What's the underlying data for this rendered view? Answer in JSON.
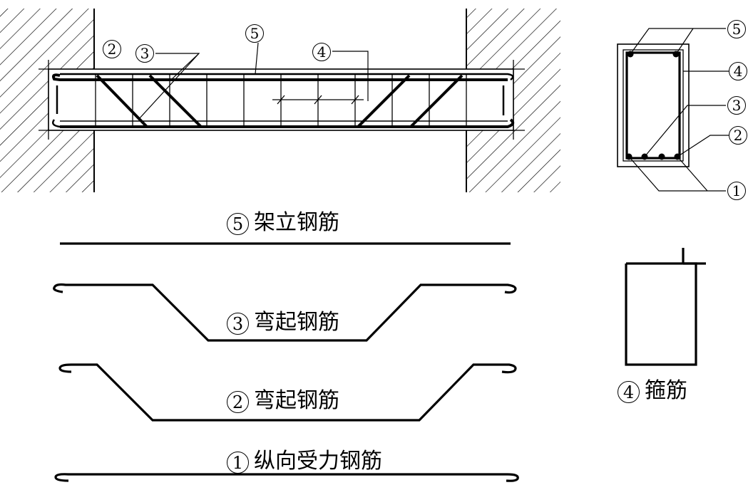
{
  "callouts": {
    "n1": "1",
    "n2": "2",
    "n3": "3",
    "n4": "4",
    "n5": "5"
  },
  "labels": {
    "bar5": "架立钢筋",
    "bar3": "弯起钢筋",
    "bar2": "弯起钢筋",
    "bar1": "纵向受力钢筋",
    "bar4": "箍筋"
  },
  "colors": {
    "line": "#000000",
    "background": "#ffffff"
  }
}
